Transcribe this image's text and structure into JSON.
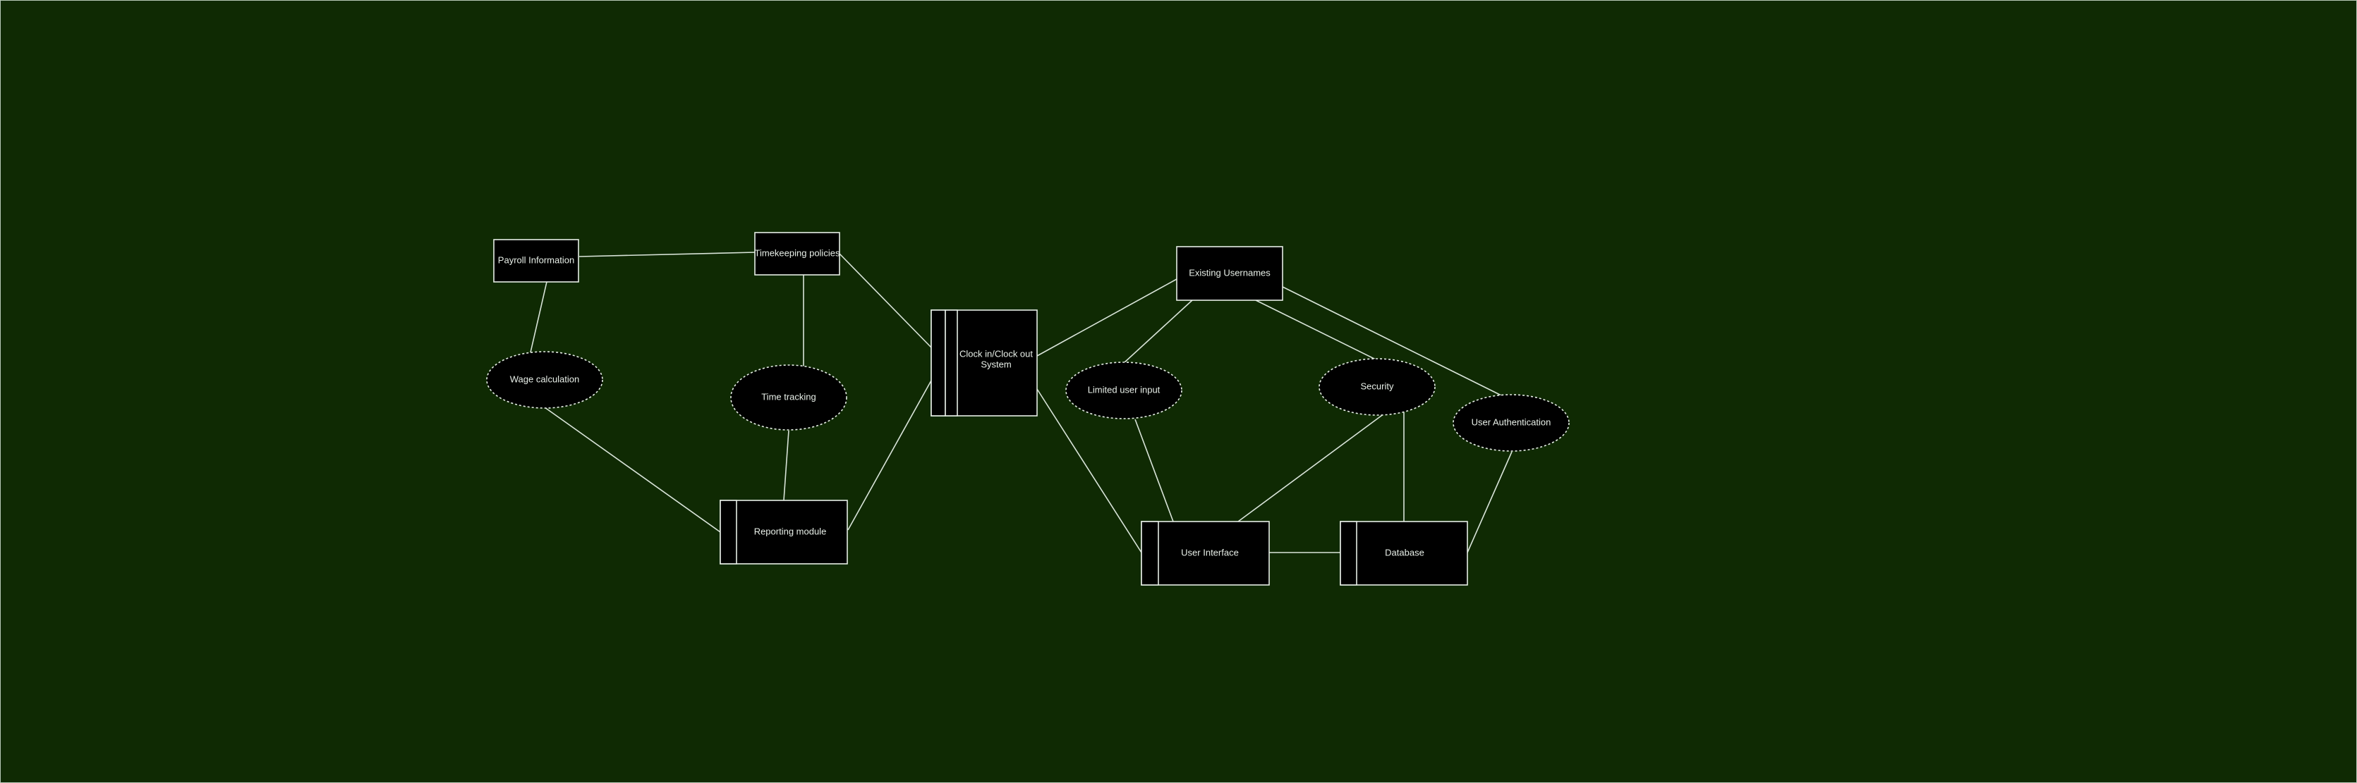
{
  "nodes": {
    "payroll_information": "Payroll Information",
    "timekeeping_policies": "Timekeeping policies",
    "wage_calculation": "Wage calculation",
    "time_tracking": "Time tracking",
    "reporting_module": "Reporting module",
    "clock_system_line1": "Clock in/Clock out",
    "clock_system_line2": "System",
    "existing_usernames": "Existing Usernames",
    "limited_user_input": "Limited user input",
    "security": "Security",
    "user_authentication": "User Authentication",
    "user_interface": "User Interface",
    "database": "Database"
  },
  "colors": {
    "background": "#0f2a03",
    "node_fill": "#000000",
    "stroke": "#e6eee6",
    "text": "#e8efe8"
  }
}
